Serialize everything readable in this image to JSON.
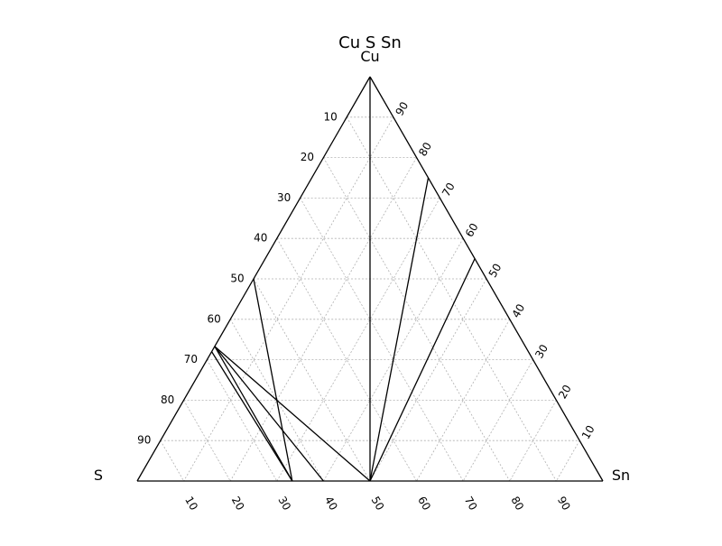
{
  "title": "Cu S Sn",
  "vertices": {
    "top": "Cu",
    "left": "S",
    "right": "Sn"
  },
  "ticks": {
    "left_edge": [
      "10",
      "20",
      "30",
      "40",
      "50",
      "60",
      "70",
      "80",
      "90"
    ],
    "right_edge": [
      "90",
      "80",
      "70",
      "60",
      "50",
      "40",
      "30",
      "20",
      "10"
    ],
    "bottom_edge": [
      "10",
      "20",
      "30",
      "40",
      "50",
      "60",
      "70",
      "80",
      "90"
    ]
  },
  "chart_data": {
    "type": "ternary",
    "title": "Cu S Sn",
    "components": {
      "top": "Cu",
      "left": "S",
      "right": "Sn"
    },
    "grid": true,
    "tie_lines": [
      {
        "from": {
          "Cu": 0.333,
          "S": 0.667,
          "Sn": 0.0
        },
        "to": {
          "Cu": 0.0,
          "S": 0.667,
          "Sn": 0.333
        }
      },
      {
        "from": {
          "Cu": 0.333,
          "S": 0.667,
          "Sn": 0.0
        },
        "to": {
          "Cu": 0.0,
          "S": 0.6,
          "Sn": 0.4
        }
      },
      {
        "from": {
          "Cu": 0.333,
          "S": 0.667,
          "Sn": 0.0
        },
        "to": {
          "Cu": 0.0,
          "S": 0.5,
          "Sn": 0.5
        }
      },
      {
        "from": {
          "Cu": 0.32,
          "S": 0.68,
          "Sn": 0.0
        },
        "to": {
          "Cu": 0.0,
          "S": 0.667,
          "Sn": 0.333
        }
      },
      {
        "from": {
          "Cu": 0.5,
          "S": 0.5,
          "Sn": 0.0
        },
        "to": {
          "Cu": 0.0,
          "S": 0.667,
          "Sn": 0.333
        }
      },
      {
        "from": {
          "Cu": 1.0,
          "S": 0.0,
          "Sn": 0.0
        },
        "to": {
          "Cu": 0.0,
          "S": 0.5,
          "Sn": 0.5
        }
      },
      {
        "from": {
          "Cu": 0.75,
          "S": 0.0,
          "Sn": 0.25
        },
        "to": {
          "Cu": 0.0,
          "S": 0.5,
          "Sn": 0.5
        }
      },
      {
        "from": {
          "Cu": 0.55,
          "S": 0.0,
          "Sn": 0.45
        },
        "to": {
          "Cu": 0.0,
          "S": 0.5,
          "Sn": 0.5
        }
      }
    ]
  }
}
